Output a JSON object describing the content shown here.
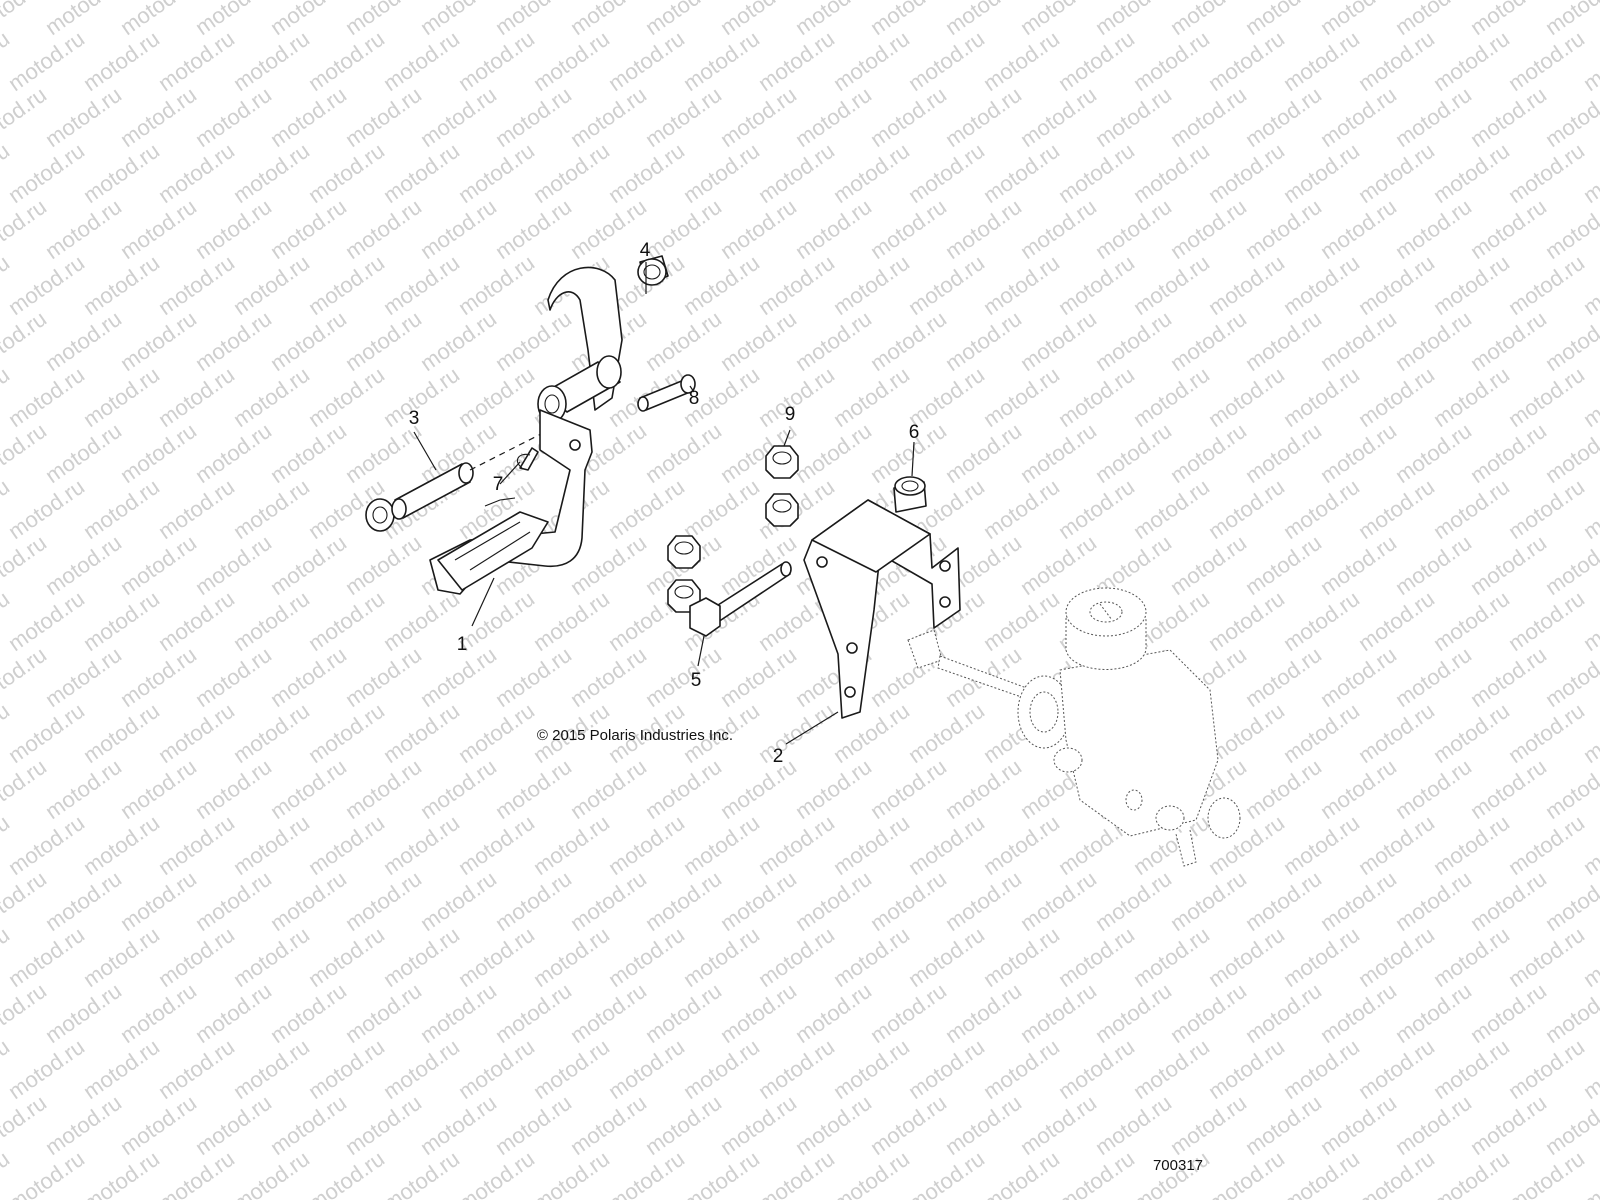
{
  "watermark": {
    "text": "motod.ru",
    "color": "#cfcfcf"
  },
  "copyright": "© 2015 Polaris Industries Inc.",
  "figure_number": "700317",
  "callouts": {
    "c1": "1",
    "c2": "2",
    "c3": "3",
    "c4": "4",
    "c5": "5",
    "c6": "6",
    "c7": "7",
    "c8": "8",
    "c9": "9"
  },
  "parts": [
    {
      "ref": "1",
      "name": "brake-pedal"
    },
    {
      "ref": "2",
      "name": "master-cylinder-bracket"
    },
    {
      "ref": "3",
      "name": "pivot-tube"
    },
    {
      "ref": "4",
      "name": "bushing"
    },
    {
      "ref": "5",
      "name": "bolt"
    },
    {
      "ref": "6",
      "name": "spacer"
    },
    {
      "ref": "7",
      "name": "clip"
    },
    {
      "ref": "8",
      "name": "pin"
    },
    {
      "ref": "9",
      "name": "nut"
    }
  ]
}
